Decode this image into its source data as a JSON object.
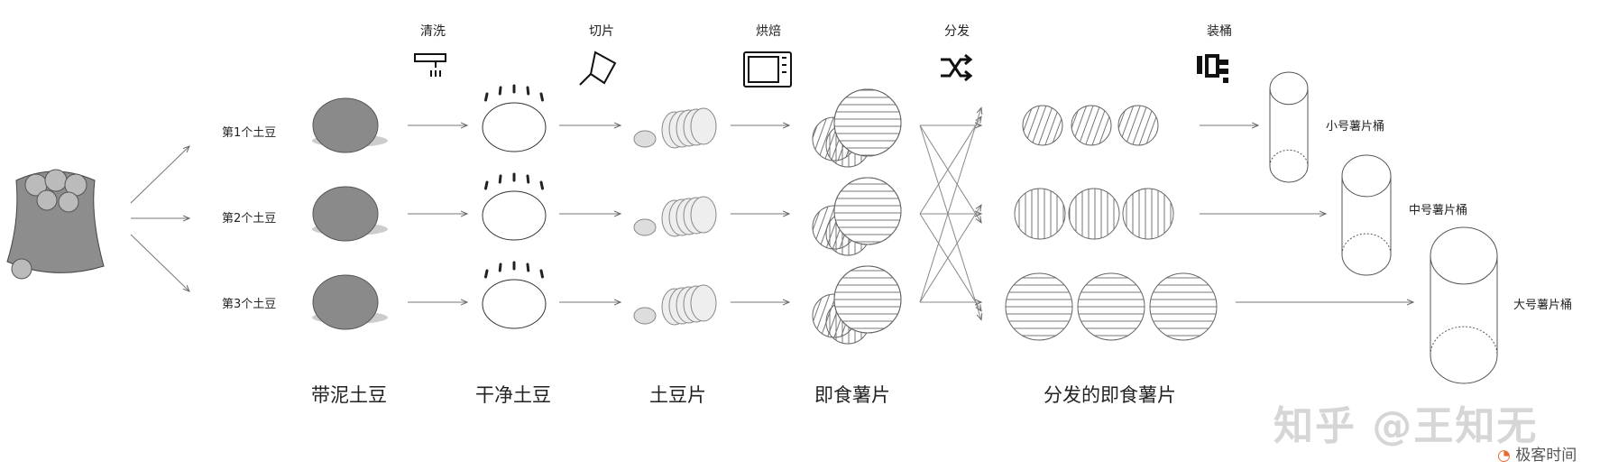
{
  "steps": {
    "wash": "清洗",
    "slice": "切片",
    "bake": "烘焙",
    "distribute": "分发",
    "bucket": "装桶"
  },
  "rows": [
    "第1个土豆",
    "第2个土豆",
    "第3个土豆"
  ],
  "stages": [
    "带泥土豆",
    "干净土豆",
    "土豆片",
    "即食薯片",
    "分发的即食薯片"
  ],
  "buckets": [
    "小号薯片桶",
    "中号薯片桶",
    "大号薯片桶"
  ],
  "watermark": "知乎 @王知无",
  "brand": "极客时间",
  "colors": {
    "line": "#555555",
    "potato": "#8a8a8a",
    "brand": "#e8692f"
  }
}
